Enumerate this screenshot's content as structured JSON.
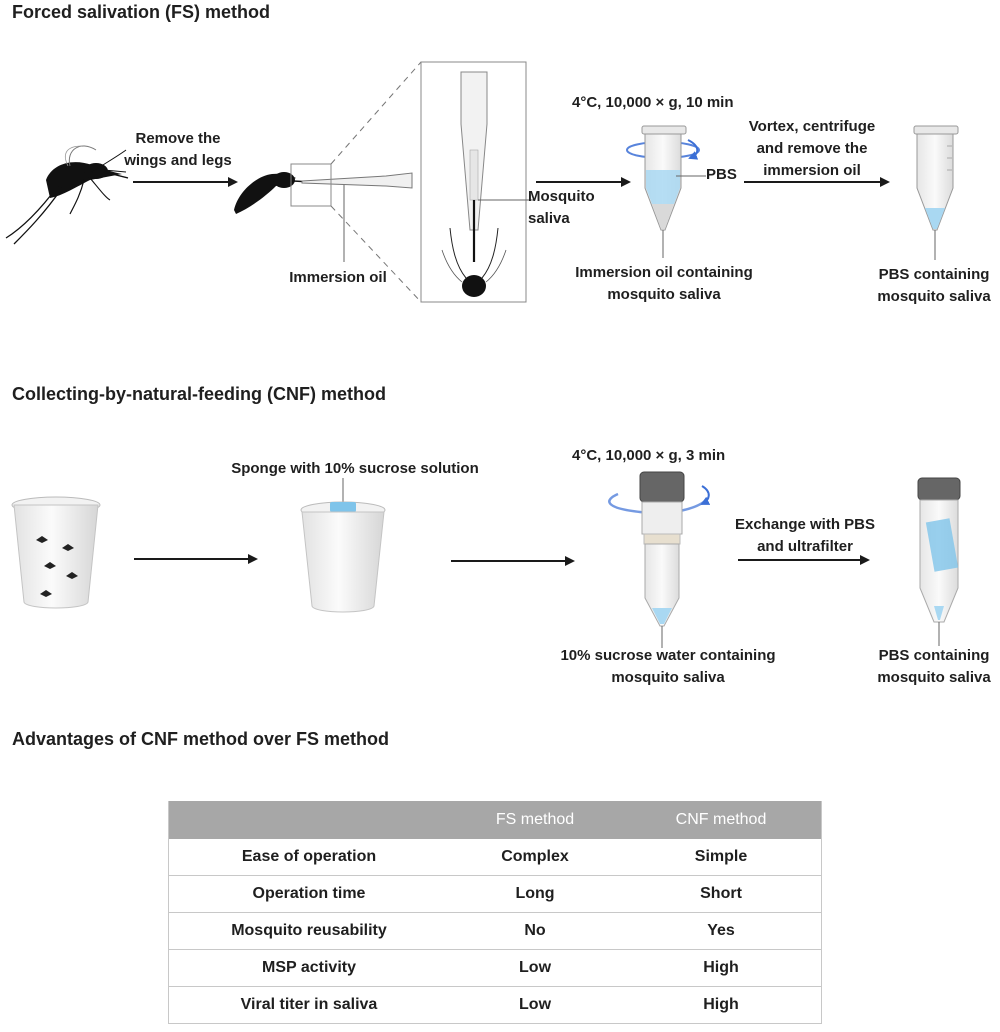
{
  "fs": {
    "title": "Forced salivation (FS) method",
    "step1": [
      "Remove the",
      "wings and legs"
    ],
    "immersion_oil": "Immersion oil",
    "mosquito_saliva": [
      "Mosquito",
      "saliva"
    ],
    "centrifuge": "4°C, 10,000 × g, 10 min",
    "pbs": "PBS",
    "step2": [
      "Vortex, centrifuge",
      "and remove the",
      "immersion oil"
    ],
    "oil_containing": [
      "Immersion oil containing",
      "mosquito saliva"
    ],
    "pbs_containing": [
      "PBS containing",
      "mosquito saliva"
    ]
  },
  "cnf": {
    "title": "Collecting-by-natural-feeding (CNF) method",
    "sponge": "Sponge with 10% sucrose solution",
    "centrifuge": "4°C, 10,000 × g, 3 min",
    "exchange": [
      "Exchange with PBS",
      "and ultrafilter"
    ],
    "sucrose_containing": [
      "10% sucrose water containing",
      "mosquito saliva"
    ],
    "pbs_containing": [
      "PBS containing",
      "mosquito saliva"
    ]
  },
  "advantages": {
    "title": "Advantages of CNF method over FS method",
    "headers": [
      "",
      "FS method",
      "CNF method"
    ],
    "rows": [
      [
        "Ease of operation",
        "Complex",
        "Simple"
      ],
      [
        "Operation time",
        "Long",
        "Short"
      ],
      [
        "Mosquito reusability",
        "No",
        "Yes"
      ],
      [
        "MSP activity",
        "Low",
        "High"
      ],
      [
        "Viral titer in saliva",
        "Low",
        "High"
      ]
    ]
  },
  "colors": {
    "liquid": "#a9d8f2",
    "arrow": "#1a1a1a",
    "table_header": "#a7a7a7",
    "rotation": "#3b6fd6"
  }
}
